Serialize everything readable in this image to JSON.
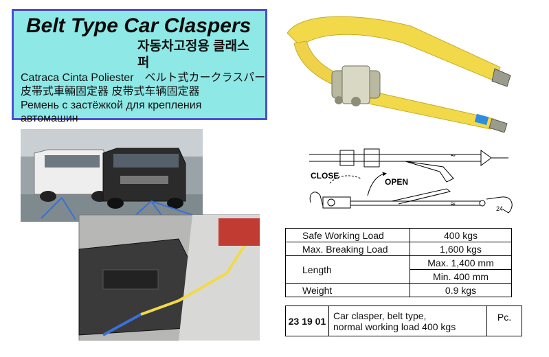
{
  "title": {
    "main": "Belt Type Car Claspers",
    "korean": "자동차고정용 클래스퍼",
    "line_es_ja": "Catraca Cinta Poliester　ベルト式カークラスパー",
    "line_zh": "皮帯式車輛固定器  皮带式车辆固定器",
    "line_ru_1": "Ремень с застёжкой для крепления",
    "line_ru_2": "автомашин"
  },
  "diagram": {
    "close_label": "CLOSE",
    "open_label": "OPEN",
    "hook_mark": "24"
  },
  "specs": {
    "safe_working_load": {
      "label": "Safe Working Load",
      "value": "400 kgs"
    },
    "max_breaking_load": {
      "label": "Max. Breaking Load",
      "value": "1,600 kgs"
    },
    "length": {
      "label": "Length",
      "max": "Max. 1,400 mm",
      "min": "Min. 400 mm"
    },
    "weight": {
      "label": "Weight",
      "value": "0.9 kgs"
    }
  },
  "order": {
    "code": "23 19 01",
    "desc_1": "Car clasper, belt type,",
    "desc_2": "normal working load 400 kgs",
    "unit": "Pc."
  },
  "colors": {
    "title_bg": "#8ee8e6",
    "title_border": "#4a4fd0",
    "strap": "#f2d94a"
  }
}
